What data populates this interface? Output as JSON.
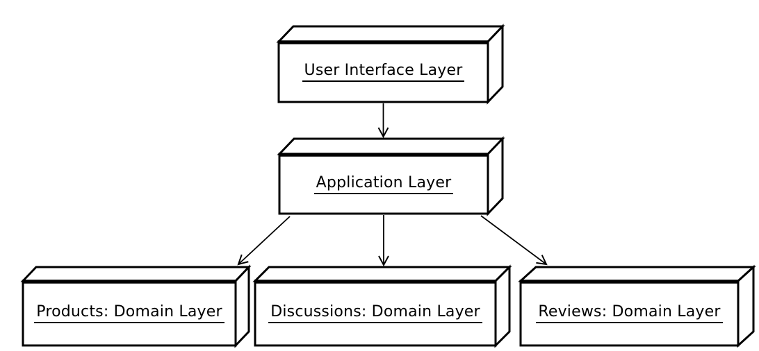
{
  "diagram": {
    "kind": "layered-architecture-uml-node-diagram",
    "colors": {
      "background": "#ffffff",
      "node_fill": "#ffffff",
      "stroke": "#000000",
      "text": "#000000"
    },
    "nodes": [
      {
        "id": "user-interface-layer",
        "label": "User Interface Layer"
      },
      {
        "id": "application-layer",
        "label": "Application Layer"
      },
      {
        "id": "products-domain-layer",
        "label": "Products: Domain Layer"
      },
      {
        "id": "discussions-domain-layer",
        "label": "Discussions: Domain Layer"
      },
      {
        "id": "reviews-domain-layer",
        "label": "Reviews: Domain Layer"
      }
    ],
    "edges": [
      {
        "from": "User Interface Layer",
        "to": "Application Layer",
        "arrowhead": "open"
      },
      {
        "from": "Application Layer",
        "to": "Products: Domain Layer",
        "arrowhead": "open"
      },
      {
        "from": "Application Layer",
        "to": "Discussions: Domain Layer",
        "arrowhead": "open"
      },
      {
        "from": "Application Layer",
        "to": "Reviews: Domain Layer",
        "arrowhead": "open"
      }
    ]
  }
}
